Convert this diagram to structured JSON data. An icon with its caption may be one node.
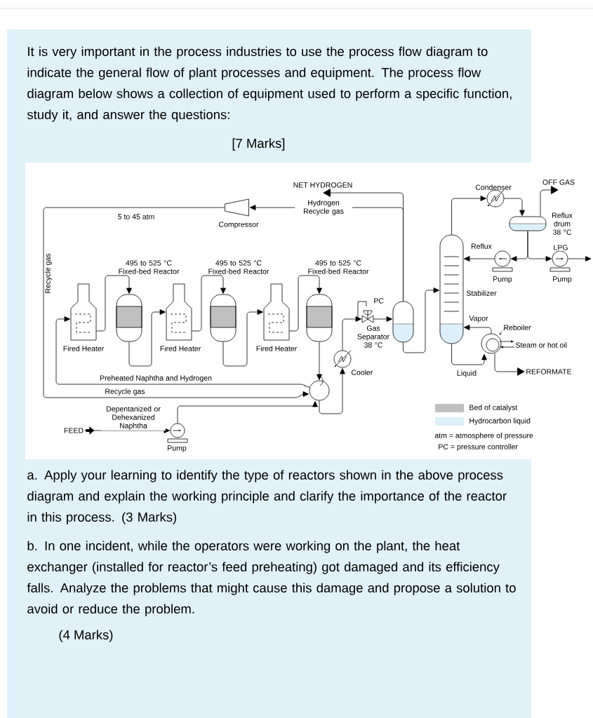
{
  "diagram": {
    "title": "It is very important in the process industries to use the process flow diagram to indicate the general flow of plant processes and equipment. The process flow diagram below shows a collection of equipment used to perform a specific function, study it, and answer the questions:",
    "nodes": [
      {
        "text": [
          "Fired Heater"
        ]
      },
      {
        "text": [
          "495 to 525 °C Fixed-bed Reactor"
        ]
      },
      {
        "text": [
          "Fired Heater"
        ]
      },
      {
        "text": [
          "495 to 525 °C Fixed-bed Reactor"
        ]
      },
      {
        "text": [
          "Fired Heater"
        ]
      },
      {
        "text": [
          "495 to 525 °C Fixed-bed Reactor"
        ]
      },
      {
        "text": [
          "Compressor"
        ]
      },
      {
        "text": [],
        "shape": "circle"
      },
      {
        "text": [
          "Cooler"
        ]
      },
      {
        "text": [
          "PC"
        ]
      },
      {
        "text": [
          "Gas Separator 38 °C"
        ]
      },
      {
        "text": [
          "Stabilizer"
        ]
      },
      {
        "text": [
          "Condenser"
        ]
      },
      {
        "text": [
          "Reflux drum 38 °C"
        ]
      },
      {
        "text": [
          "Pump"
        ]
      },
      {
        "text": [
          "Pump"
        ]
      },
      {
        "text": [
          "Reboiler"
        ]
      },
      {
        "text": [
          "Pump"
        ]
      },
      {
        "text": [
          "FEED"
        ]
      },
      {
        "text": [
          "NET HYDROGEN"
        ]
      },
      {
        "text": [
          "OFF GAS"
        ]
      },
      {
        "text": [
          "REFORMATE"
        ]
      }
    ],
    "edges": [
      {
        "from": 18,
        "to": 17,
        "arrow": "to",
        "label": "Depentanized or Dehexanized Naphtha"
      },
      {
        "from": 17,
        "to": 7,
        "arrow": "to"
      },
      {
        "from": 6,
        "to": 7,
        "arrow": "to"
      },
      {
        "from": 7,
        "to": 0,
        "arrow": "to",
        "label": "Preheated Naphtha and Hydrogen"
      },
      {
        "from": 0,
        "to": 1,
        "arrow": "to"
      },
      {
        "from": 1,
        "to": 2,
        "arrow": "to"
      },
      {
        "from": 2,
        "to": 3,
        "arrow": "to"
      },
      {
        "from": 3,
        "to": 4,
        "arrow": "to"
      },
      {
        "from": 4,
        "to": 5,
        "arrow": "to"
      },
      {
        "from": 5,
        "to": 7,
        "arrow": "to"
      },
      {
        "from": 7,
        "to": 8,
        "arrow": "to"
      },
      {
        "from": 8,
        "to": 9,
        "arrow": "to"
      },
      {
        "from": 9,
        "to": 10,
        "arrow": "to"
      },
      {
        "from": 10,
        "to": 6,
        "arrow": "to",
        "label": "Hydrogen Recycle gas"
      },
      {
        "from": 10,
        "to": 19,
        "arrow": "to"
      },
      {
        "from": 10,
        "to": 11,
        "arrow": "to"
      },
      {
        "from": 11,
        "to": 12,
        "arrow": "to"
      },
      {
        "from": 12,
        "to": 13,
        "arrow": "to"
      },
      {
        "from": 13,
        "to": 20,
        "arrow": "to"
      },
      {
        "from": 13,
        "to": 14,
        "arrow": "to"
      },
      {
        "from": 14,
        "to": 11,
        "arrow": "to",
        "label": "Reflux"
      },
      {
        "from": 13,
        "to": 15,
        "arrow": "to"
      },
      {
        "from": 15,
        "to": null,
        "arrow": "to",
        "label": "LPG"
      },
      {
        "from": 11,
        "to": 16,
        "arrow": "to",
        "label": "Liquid"
      },
      {
        "from": 16,
        "to": 11,
        "arrow": "to",
        "label": "Vapor"
      },
      {
        "from": 16,
        "to": 21,
        "arrow": "to"
      }
    ],
    "labels": [
      "[7 Marks]",
      "5 to 45 atm",
      "Recycle gas",
      "Recycle gas",
      "Steam or hot oil",
      "atm = atmosphere of pressure",
      "PC = pressure controller",
      "a. Apply your learning to identify the type of reactors shown in the above process diagram and explain the working principle and clarify the importance of the reactor in this process.     (3 Marks)",
      "b. In one incident, while the operators were working on the plant, the heat exchanger (installed for reactor’s feed preheating) got damaged and its efficiency falls. Analyze the problems that might cause this damage and propose a solution to avoid or reduce the problem.",
      "(4 Marks)"
    ],
    "legend": [
      {
        "text": "Bed of catalyst",
        "color": "#c0c0c0"
      },
      {
        "text": "Hydrocarbon liquid",
        "color": "#dcf0fa"
      }
    ]
  }
}
